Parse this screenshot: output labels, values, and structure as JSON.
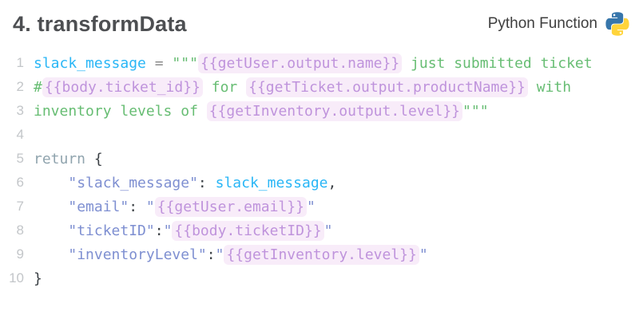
{
  "header": {
    "title": "4. transformData",
    "type_label": "Python Function",
    "logo_icon": "python-logo"
  },
  "colors": {
    "variable_cyan": "#29b6f6",
    "string_green": "#67bd73",
    "dict_key_periwinkle": "#7e8fd1",
    "template_chip_text": "#bf93dc",
    "template_chip_bg": "#f8ecf9",
    "return_keyword": "#90a4ae",
    "line_number_gray": "#c3c6c9",
    "python_logo_blue": "#3776AB",
    "python_logo_yellow": "#FFD43B"
  },
  "code": {
    "lines": [
      {
        "num": "1",
        "segments": [
          {
            "t": "slack_message",
            "c": "var"
          },
          {
            "t": " ",
            "c": "plain"
          },
          {
            "t": "=",
            "c": "op"
          },
          {
            "t": " ",
            "c": "plain"
          },
          {
            "t": "\"\"\"",
            "c": "str"
          },
          {
            "t": "{{getUser.output.name}}",
            "c": "chip"
          },
          {
            "t": " just submitted ticket",
            "c": "str"
          }
        ]
      },
      {
        "num": "2",
        "segments": [
          {
            "t": "#",
            "c": "str"
          },
          {
            "t": "{{body.ticket_id}}",
            "c": "chip"
          },
          {
            "t": " for ",
            "c": "str"
          },
          {
            "t": "{{getTicket.output.productName}}",
            "c": "chip"
          },
          {
            "t": " with",
            "c": "str"
          }
        ]
      },
      {
        "num": "3",
        "segments": [
          {
            "t": "inventory levels of ",
            "c": "str"
          },
          {
            "t": "{{getInventory.output.level}}",
            "c": "chip"
          },
          {
            "t": "\"\"\"",
            "c": "str"
          }
        ]
      },
      {
        "num": "4",
        "segments": []
      },
      {
        "num": "5",
        "segments": [
          {
            "t": "return ",
            "c": "ret"
          },
          {
            "t": "{",
            "c": "punct"
          }
        ]
      },
      {
        "num": "6",
        "segments": [
          {
            "t": "    ",
            "c": "plain"
          },
          {
            "t": "\"slack_message\"",
            "c": "key"
          },
          {
            "t": ": ",
            "c": "punct"
          },
          {
            "t": "slack_message",
            "c": "var"
          },
          {
            "t": ",",
            "c": "punct"
          }
        ]
      },
      {
        "num": "7",
        "segments": [
          {
            "t": "    ",
            "c": "plain"
          },
          {
            "t": "\"email\"",
            "c": "key"
          },
          {
            "t": ": ",
            "c": "punct"
          },
          {
            "t": "\"",
            "c": "key"
          },
          {
            "t": "{{getUser.email}}",
            "c": "chip"
          },
          {
            "t": "\"",
            "c": "key"
          }
        ]
      },
      {
        "num": "8",
        "segments": [
          {
            "t": "    ",
            "c": "plain"
          },
          {
            "t": "\"ticketID\"",
            "c": "key"
          },
          {
            "t": ":",
            "c": "punct"
          },
          {
            "t": "\"",
            "c": "key"
          },
          {
            "t": "{{body.ticketID}}",
            "c": "chip"
          },
          {
            "t": "\"",
            "c": "key"
          }
        ]
      },
      {
        "num": "9",
        "segments": [
          {
            "t": "    ",
            "c": "plain"
          },
          {
            "t": "\"inventoryLevel\"",
            "c": "key"
          },
          {
            "t": ":",
            "c": "punct"
          },
          {
            "t": "\"",
            "c": "key"
          },
          {
            "t": "{{getInventory.level}}",
            "c": "chip"
          },
          {
            "t": "\"",
            "c": "key"
          }
        ]
      },
      {
        "num": "10",
        "segments": [
          {
            "t": "}",
            "c": "punct"
          }
        ]
      }
    ]
  }
}
